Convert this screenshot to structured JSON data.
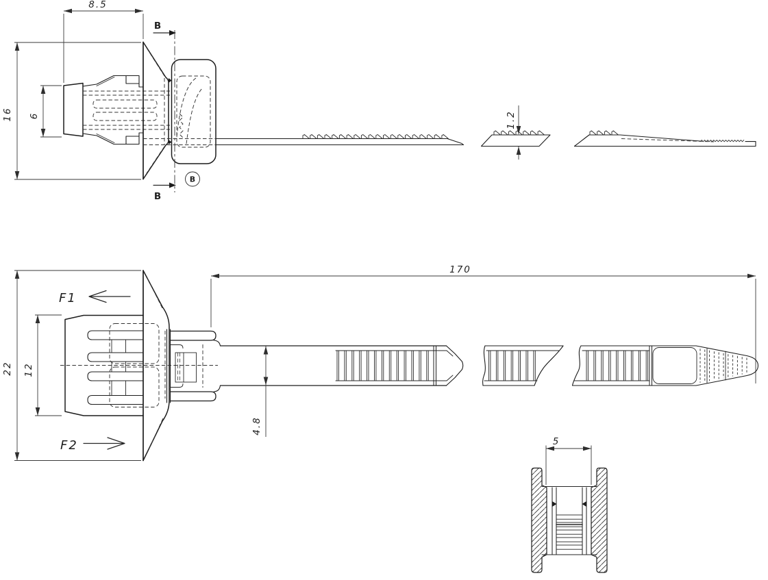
{
  "colors": {
    "ink": "#1c1c1c",
    "background": "#ffffff",
    "dimension": "#3a3a3a"
  },
  "side_view": {
    "dim_mount_length": "8.5",
    "dim_flange_diameter": "16",
    "dim_pin_diameter": "6",
    "dim_strap_thickness": "1.2",
    "section_label_top": "B",
    "section_label_bottom": "B",
    "detail_label": "B"
  },
  "plan_view": {
    "dim_flange_diameter": "22",
    "dim_mount_width": "12",
    "dim_overall_length": "170",
    "dim_strap_width": "4.8",
    "force_label_1": "F1",
    "force_label_2": "F2"
  },
  "section_view": {
    "dim_channel_width": "5"
  }
}
